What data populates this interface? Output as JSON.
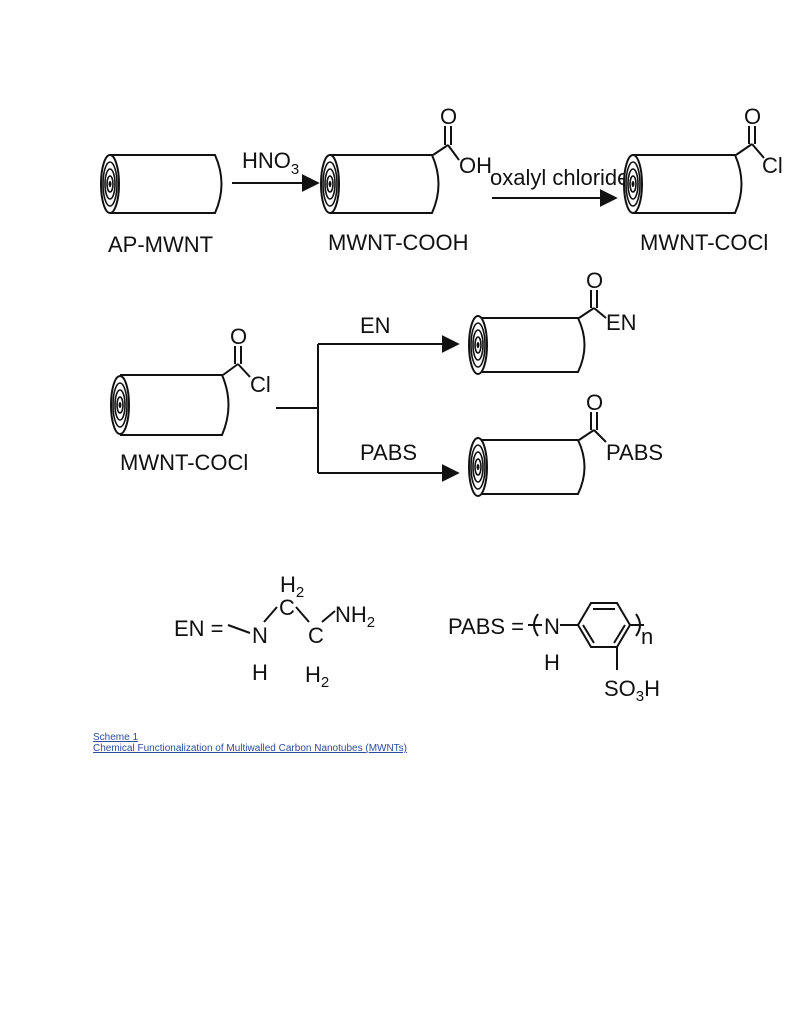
{
  "scheme": {
    "row1": {
      "start_label": "AP-MWNT",
      "reagent1": "HNO",
      "reagent1_sub": "3",
      "product1_label": "MWNT-COOH",
      "acid_oxygen": "O",
      "acid_oh": "OH",
      "reagent2": "oxalyl chloride",
      "product2_label": "MWNT-COCl",
      "acyl_oxygen": "O",
      "acyl_cl": "Cl"
    },
    "row2": {
      "start_label": "MWNT-COCl",
      "start_oxygen": "O",
      "start_cl": "Cl",
      "branch_top_reagent": "EN",
      "top_oxygen": "O",
      "top_group": "EN",
      "branch_bottom_reagent": "PABS",
      "bottom_oxygen": "O",
      "bottom_group": "PABS"
    },
    "definitions": {
      "en_label": "EN =",
      "en_h2_top": "H",
      "en_h2_top_sub": "2",
      "en_n": "N",
      "en_c1": "C",
      "en_c2": "C",
      "en_nh2": "NH",
      "en_nh2_sub": "2",
      "en_h": "H",
      "en_h2_bottom": "H",
      "en_h2_bottom_sub": "2",
      "pabs_label": "PABS =",
      "pabs_n": "N",
      "pabs_h": "H",
      "pabs_n_subscript": "n",
      "pabs_so3h": "SO",
      "pabs_so3h_sub": "3",
      "pabs_so3h_tail": "H"
    }
  },
  "caption": {
    "line1": "Scheme 1",
    "line2": "Chemical Functionalization of Multiwalled Carbon Nanotubes (MWNTs)"
  }
}
